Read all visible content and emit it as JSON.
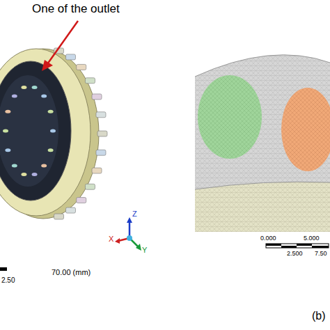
{
  "diagram": {
    "labels": [
      "One of the outlet",
      "70.00 (mm)",
      "2.50",
      "Z",
      "X",
      "Y",
      "0.000",
      "5.000",
      "2.500",
      "7.50",
      "(b)"
    ]
  }
}
